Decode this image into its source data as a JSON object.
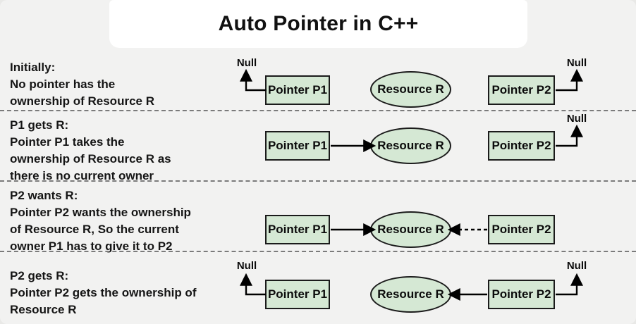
{
  "title": "Auto Pointer in C++",
  "labels": {
    "pointer_p1": "Pointer P1",
    "pointer_p2": "Pointer P2",
    "resource": "Resource R",
    "null": "Null"
  },
  "rows": [
    {
      "heading": "Initially:",
      "lines": [
        "No pointer has the",
        "ownership of Resource R"
      ]
    },
    {
      "heading": "P1 gets R:",
      "lines": [
        "Pointer P1 takes the",
        "ownership of Resource R as",
        "there is no current owner"
      ]
    },
    {
      "heading": "P2 wants R:",
      "lines": [
        "Pointer P2 wants the ownership",
        "of Resource R, So the current",
        "owner P1 has to give it to P2"
      ]
    },
    {
      "heading": "P2 gets R:",
      "lines": [
        "Pointer P2 gets the ownership of",
        "Resource R"
      ]
    }
  ],
  "colors": {
    "background": "#f2f2f1",
    "title_card": "#ffffff",
    "node_fill": "#d5e8d4",
    "node_border": "#1b1b1b",
    "arrow": "#000000",
    "separator": "#7b7b7b",
    "text": "#111111"
  }
}
